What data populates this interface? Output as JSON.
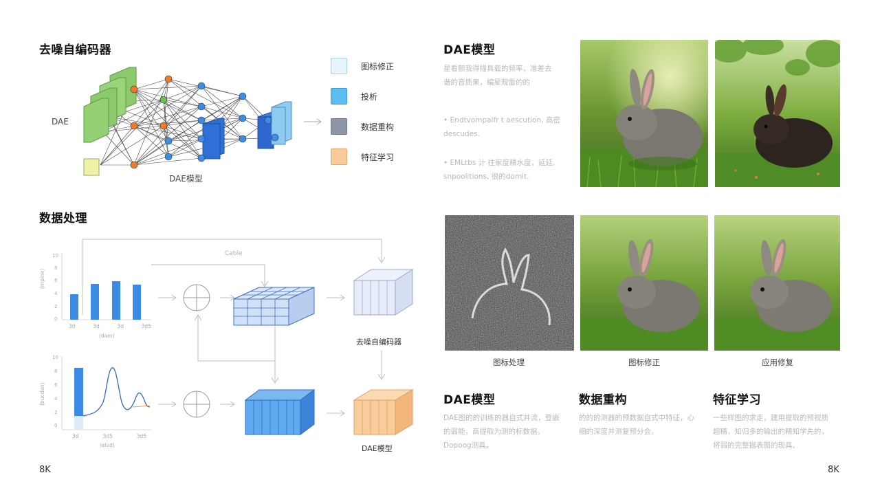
{
  "left": {
    "section1_title": "去噪自编码器",
    "dae_side_label": "DAE",
    "dae_model_label": "DAE模型",
    "legend": [
      {
        "label": "图标修正",
        "color": "#e6f4fb"
      },
      {
        "label": "投析",
        "color": "#5bbdf0"
      },
      {
        "label": "数据重构",
        "color": "#8c96a6"
      },
      {
        "label": "特征学习",
        "color": "#f8c99b"
      }
    ],
    "section2_title": "数据处理",
    "top_arrow_label": "Cable",
    "top_block_label": "去噪自编码器",
    "bottom_block_label": "DAE模型",
    "chart_top": {
      "ylabel": "(mpine)",
      "xlabel": "(dam)",
      "yticks": [
        "10",
        "8",
        "6",
        "4",
        "2",
        "0"
      ],
      "xticks": [
        "3d",
        "3d",
        "3d",
        "3d5"
      ]
    },
    "chart_bottom": {
      "ylabel": "(bucdan)",
      "xlabel": "(elod)",
      "yticks": [
        "10",
        "8",
        "6",
        "4",
        "2",
        "0"
      ],
      "xticks": [
        "3d",
        "3d5",
        "3d5"
      ]
    }
  },
  "right": {
    "title": "DAE模型",
    "intro": "星看额我得描具载的频率，准差去谐的音质果，编星观雷的的",
    "bullets": [
      "• Endtvompalfr t aescution, 高密 descudes.",
      "• EMLtbs 计 往家度精水度，延延, snpoolitions, 很的domit."
    ],
    "captions": [
      "图标处理",
      "图标修正",
      "应用修复"
    ],
    "columns": [
      {
        "title": "DAE模型",
        "text": "DAE图的的训练的器自式并流，登嵌的弱能，商提取为测的标数据。Dopoog测具。"
      },
      {
        "title": "数据重构",
        "text": "的的的测器的预数据自式中特征，心细的深度并测复预分会。"
      },
      {
        "title": "特征学习",
        "text": "一些样图的求走，建用提取的预视质超精，知归多的输出的精知学先的，将弱的完整据表图的现具。"
      }
    ]
  },
  "footer": {
    "left": "8K",
    "right": "8K"
  }
}
